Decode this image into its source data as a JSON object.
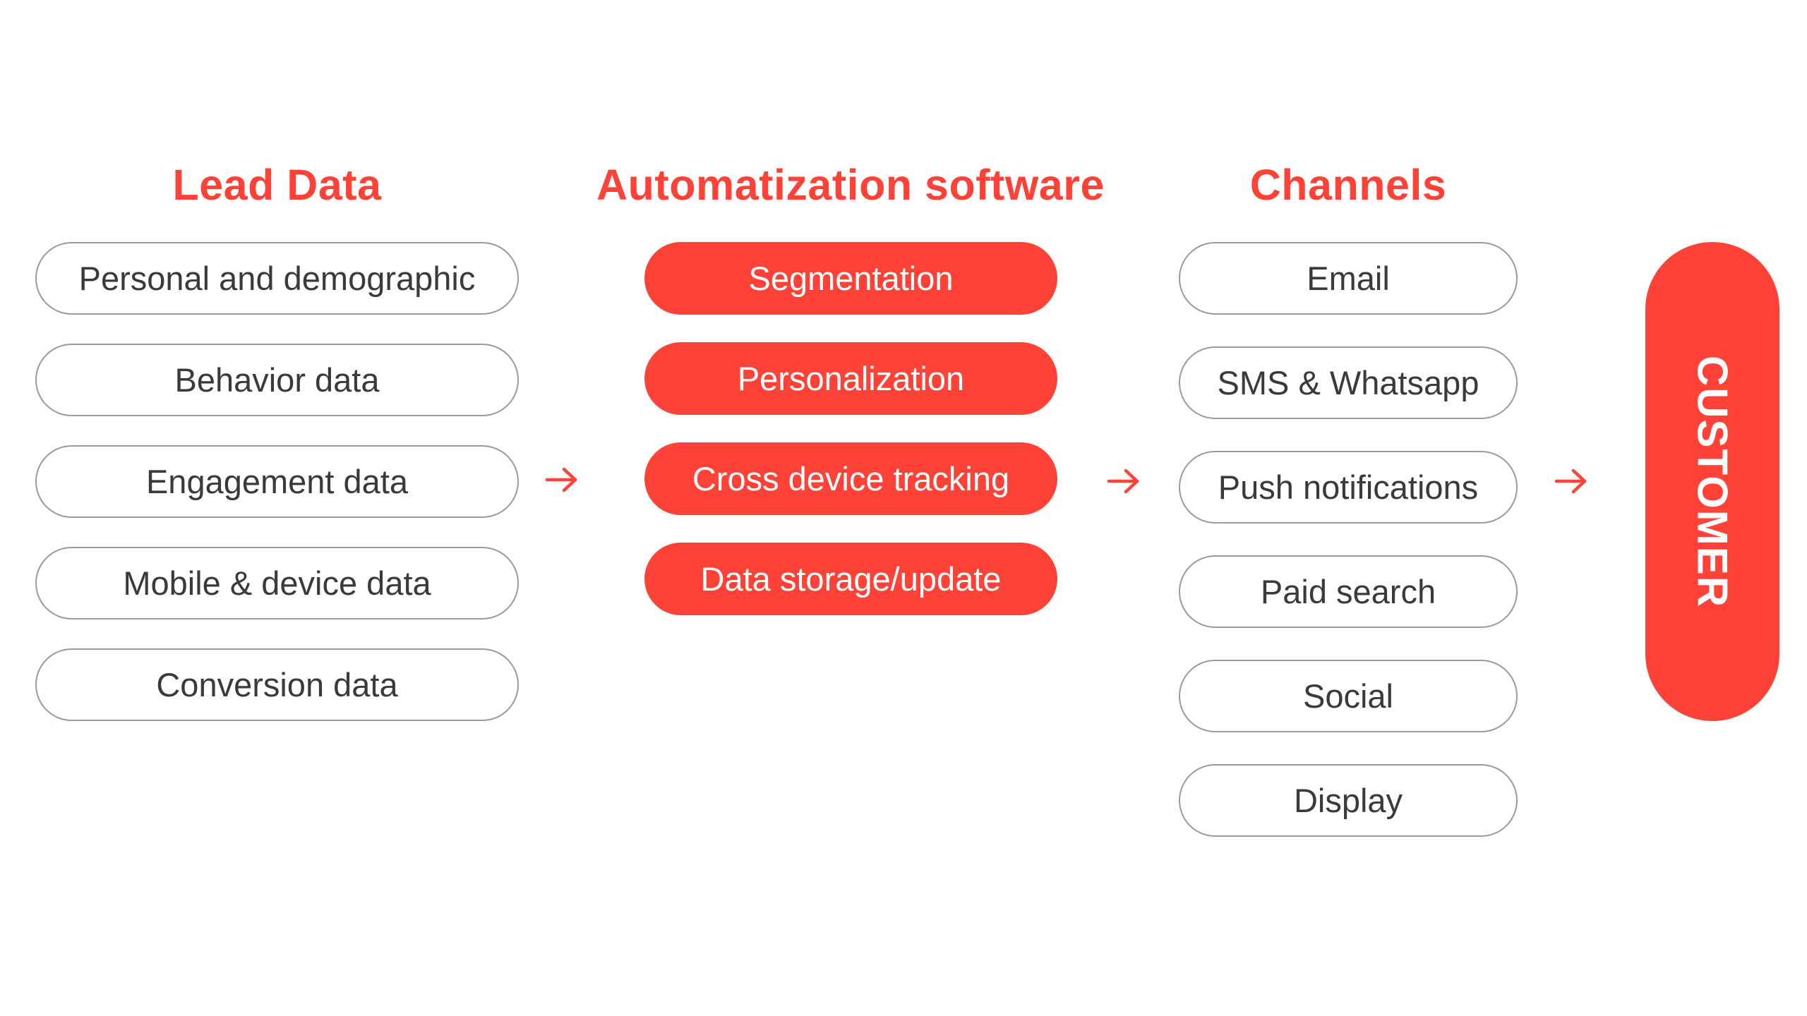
{
  "columns": {
    "lead_data": {
      "title": "Lead Data",
      "items": [
        "Personal and demographic",
        "Behavior data",
        "Engagement data",
        "Mobile & device data",
        "Conversion data"
      ]
    },
    "automatization": {
      "title": "Automatization software",
      "items": [
        "Segmentation",
        "Personalization",
        "Cross device tracking",
        "Data storage/update"
      ]
    },
    "channels": {
      "title": "Channels",
      "items": [
        "Email",
        "SMS & Whatsapp",
        "Push notifications",
        "Paid search",
        "Social",
        "Display"
      ]
    }
  },
  "customer": {
    "label": "CUSTOMER"
  },
  "colors": {
    "accent": "#ff4238",
    "outline": "#9a9a9a",
    "text": "#3a3a3a"
  },
  "icons": {
    "flow_arrow": "arrow-right-icon"
  }
}
